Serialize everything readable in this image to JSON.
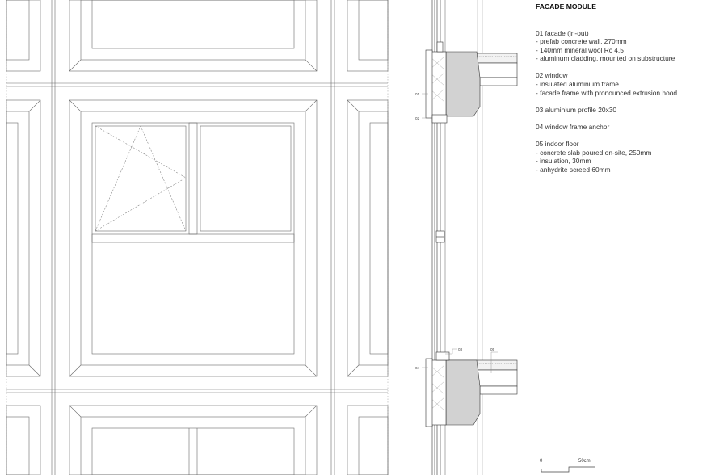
{
  "legend": {
    "title": "FACADE MODULE",
    "sections": [
      {
        "head": "01 facade (in-out)",
        "items": [
          "- prefab concrete wall, 270mm",
          "- 140mm mineral wool Rc 4,5",
          "- aluminum cladding, mounted on substructure"
        ]
      },
      {
        "head": "02 window",
        "items": [
          "- insulated aluminium frame",
          "- facade frame with pronounced extrusion hood"
        ]
      },
      {
        "head": "03 aluminium profile 20x30",
        "items": []
      },
      {
        "head": "04 window frame anchor",
        "items": []
      },
      {
        "head": "05 indoor floor",
        "items": [
          "- concrete slab poured on-site, 250mm",
          "- insulation, 30mm",
          "- anhydrite screed 60mm"
        ]
      }
    ]
  },
  "tags": {
    "t01": "01",
    "t02": "02",
    "t03": "03",
    "t04": "04",
    "t05": "05"
  },
  "scale": {
    "start": "0",
    "end": "50cm"
  }
}
